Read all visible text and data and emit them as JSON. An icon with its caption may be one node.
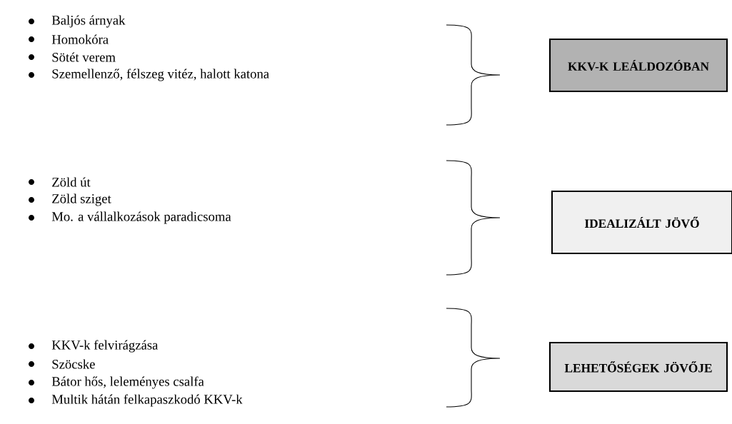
{
  "diagram": {
    "nodes": [
      {
        "text": [
          "KKV-K LEÁLDOZÓBAN"
        ]
      },
      {
        "text": [
          "IDEALIZÁLT JÖVŐ"
        ]
      },
      {
        "text": [
          "LEHETŐSÉGEK JÖVŐJE"
        ]
      }
    ],
    "labels": [
      "Baljós árnyak",
      "Homokóra",
      "Sötét verem",
      "Szemellenző, félszeg vitéz, halott katona",
      "Zöld út",
      "Zöld sziget",
      "Mo. a vállalkozások paradicsoma",
      "KKV-k felvirágzása",
      "Szöcske",
      "Bátor hős, leleményes csalfa",
      "Multik hátán felkapaszkodó KKV-k"
    ]
  }
}
